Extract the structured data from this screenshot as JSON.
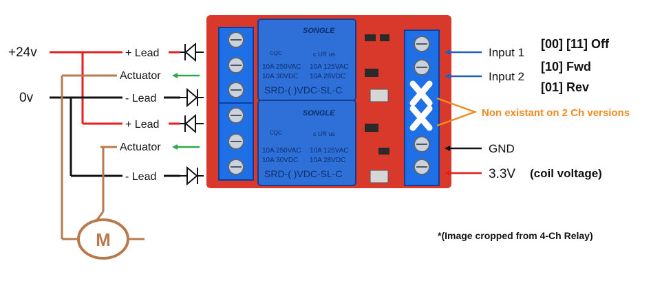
{
  "left_labels": {
    "supply_24v": "+24v",
    "ground_0v": "0v",
    "lead_plus_1": "+ Lead",
    "actuator_1": "Actuator",
    "lead_minus_1": "- Lead",
    "lead_plus_2": "+ Lead",
    "actuator_2": "Actuator",
    "lead_minus_2": "- Lead",
    "motor": "M"
  },
  "relay_module": {
    "brand": "SONGLE",
    "spec_line1_left": "10A 250VAC",
    "spec_line1_right": "10A 125VAC",
    "spec_line2_left": "10A  30VDC",
    "spec_line2_right": "10A  28VDC",
    "model": "SRD-( )VDC-SL-C",
    "cert_left": "CQC",
    "cert_right": "c UR us"
  },
  "right_labels": {
    "input_1": "Input 1",
    "input_2": "Input 2",
    "gnd": "GND",
    "coil_voltage": "3.3V",
    "coil_voltage_note": "(coil voltage)",
    "non_existent_note": "Non existant on 2 Ch versions",
    "crop_note": "*(Image cropped from 4-Ch Relay)"
  },
  "truth_table": {
    "off": "[00] [11]  Off",
    "fwd": "[10] Fwd",
    "rev": "[01] Rev"
  },
  "colors": {
    "positive_wire": "#e41e1e",
    "ground_wire": "#111111",
    "actuator_wire": "#b67a4e",
    "green_arrow": "#2aa84a",
    "blue_arrow": "#1f5fbf",
    "orange_note": "#f08a24",
    "pcb_red": "#d9392a",
    "relay_blue": "#2f6fd8",
    "terminal_blue": "#1f6fe6"
  }
}
